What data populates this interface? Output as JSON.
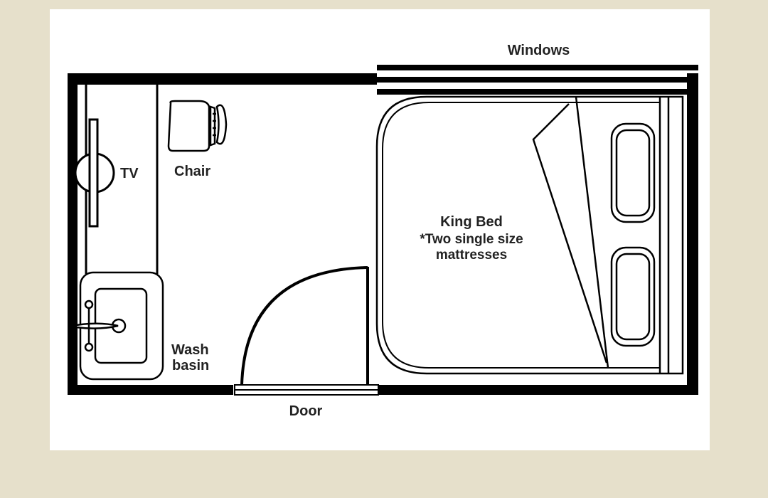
{
  "labels": {
    "windows": "Windows",
    "tv": "TV",
    "chair": "Chair",
    "bed_title": "King Bed",
    "bed_note_line1": "*Two single size",
    "bed_note_line2": "mattresses",
    "wash_line1": "Wash",
    "wash_line2": "basin",
    "door": "Door"
  },
  "colors": {
    "background": "#e6e0cb",
    "card": "#ffffff",
    "ink": "#000000",
    "text": "#222222"
  }
}
